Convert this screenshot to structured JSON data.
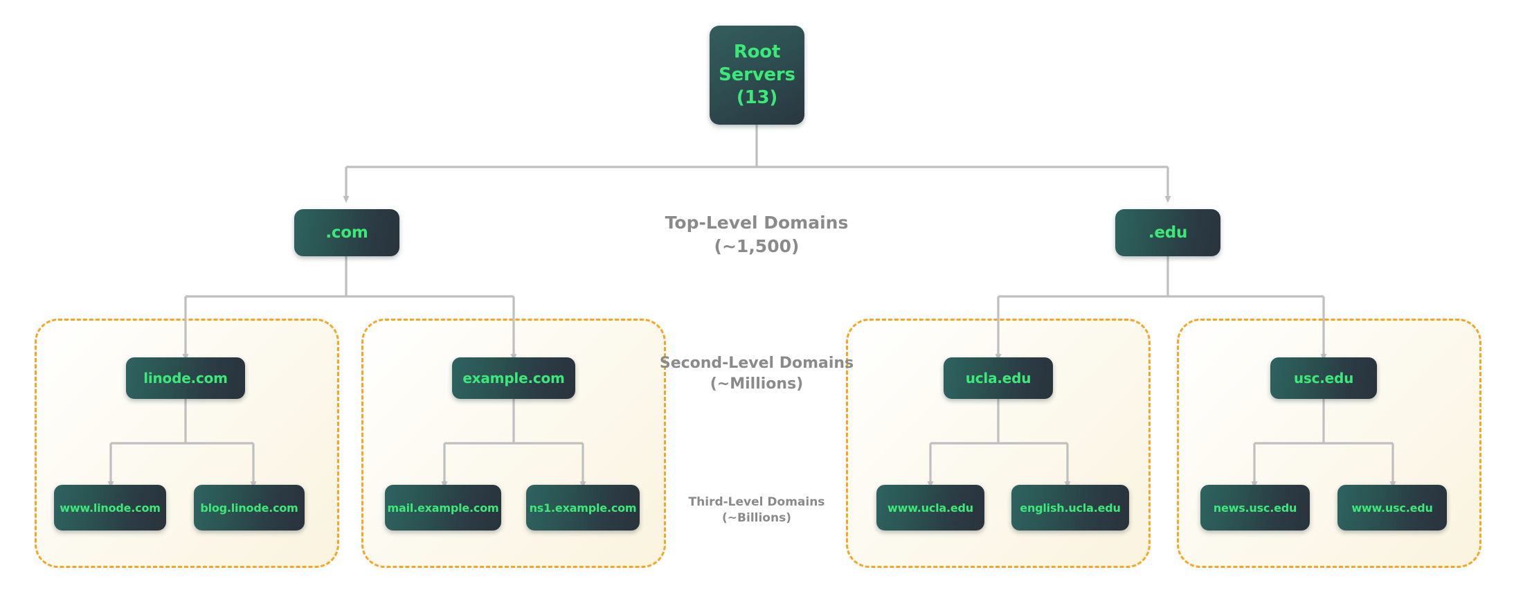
{
  "diagram": {
    "title": "DNS Domain Name Hierarchy",
    "accent_green": "#3CE878",
    "zone_border": "#F5A623",
    "connector": "#BFBFBF",
    "node_dark": "#2A333C",
    "node_teal": "#2E6361"
  },
  "root": {
    "label": "Root\nServers\n(13)"
  },
  "tiers": [
    {
      "id": "tld",
      "label": "Top-Level Domains\n(~1,500)"
    },
    {
      "id": "sld",
      "label": "Second-Level Domains\n(~Millions)"
    },
    {
      "id": "third",
      "label": "Third-Level Domains\n(~Billions)"
    }
  ],
  "tlds": [
    {
      "label": ".com"
    },
    {
      "label": ".edu"
    }
  ],
  "zones": [
    {
      "id": "linode",
      "second_level": "linode.com",
      "third_level": [
        "www.linode.com",
        "blog.linode.com"
      ]
    },
    {
      "id": "example",
      "second_level": "example.com",
      "third_level": [
        "mail.example.com",
        "ns1.example.com"
      ]
    },
    {
      "id": "ucla",
      "second_level": "ucla.edu",
      "third_level": [
        "www.ucla.edu",
        "english.ucla.edu"
      ]
    },
    {
      "id": "usc",
      "second_level": "usc.edu",
      "third_level": [
        "news.usc.edu",
        "www.usc.edu"
      ]
    }
  ]
}
